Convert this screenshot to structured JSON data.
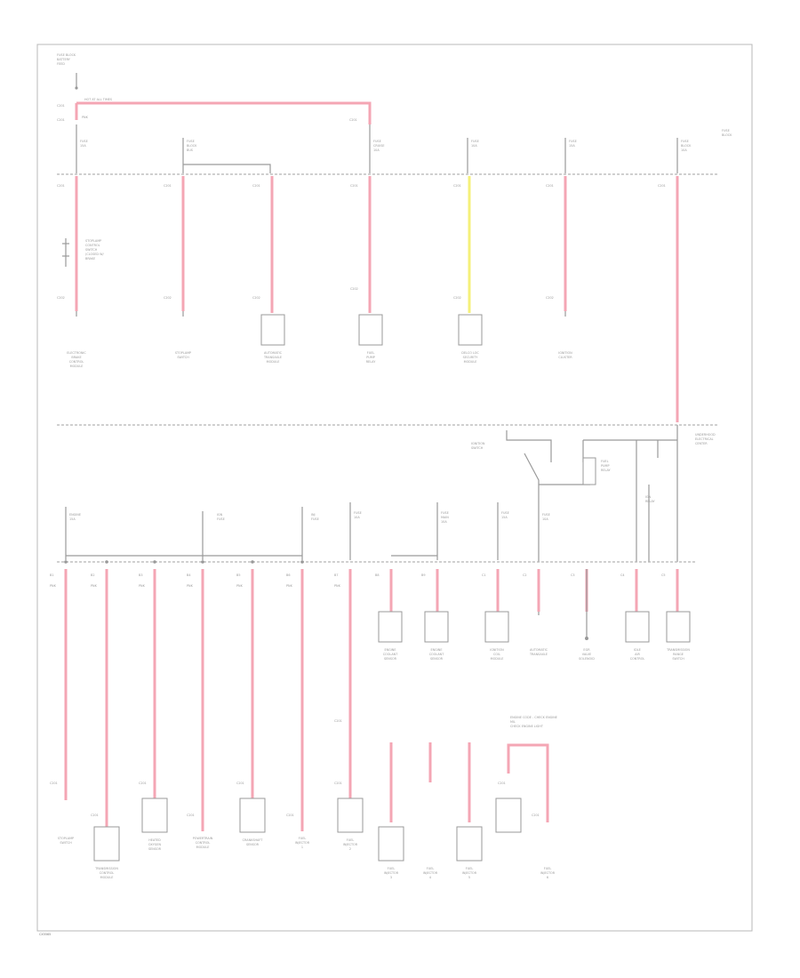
{
  "diagram": {
    "footer_id": "CX5565",
    "top_source_label": "FUSE BLOCK\nBATTERY\nFEED",
    "top_branch_label": "HOT AT ALL TIMES",
    "upper_fuses": [
      {
        "label": "FUSE\n15A"
      },
      {
        "label": "FUSE\nBLOCK\nBUS"
      },
      {
        "label": "FUSE\nCRUISE\n10A"
      },
      {
        "label": "FUSE\n10A"
      },
      {
        "label": "FUSE\n15A"
      },
      {
        "label": "FUSE\nBLOCK\n10A"
      }
    ],
    "fuse_block_label": "FUSE\nBLOCK",
    "upper_components": [
      {
        "label": "ELECTRONIC\nBRAKE\nCONTROL\nMODULE"
      },
      {
        "label": "STOPLAMP\nSWITCH"
      },
      {
        "label": "AUTOMATIC\nTRANSAXLE\nMODULE"
      },
      {
        "label": "FUEL\nPUMP\nRELAY"
      },
      {
        "label": "DELCO LOC\nSECURITY\nMODULE"
      },
      {
        "label": "IGNITION\nCLUSTER"
      }
    ],
    "relay_block_label": "UNDERHOOD\nELECTRICAL\nCENTER",
    "relay_labels": [
      "IGNITION\nSWITCH",
      "FUEL\nPUMP\nRELAY",
      "IGN\nRELAY"
    ],
    "lower_fuses": [
      {
        "label": "ENGINE\n15A"
      },
      {
        "label": "IGN\nFUSE"
      },
      {
        "label": "INJ\nFUSE"
      },
      {
        "label": "FUSE\n10A"
      },
      {
        "label": "FUSE\nMAIN\n10A"
      },
      {
        "label": "FUSE\n15A"
      },
      {
        "label": "FUSE\n10A"
      }
    ],
    "mid_components": [
      {
        "label": "ENGINE\nCOOLANT\nSENSOR"
      },
      {
        "label": "ENGINE\nCOOLANT\nSENSOR"
      },
      {
        "label": "IGNITION\nCOIL\nMODULE"
      },
      {
        "label": "AUTOMATIC\nTRANSAXLE"
      },
      {
        "label": "EGR\nVALVE\nSOLENOID"
      },
      {
        "label": "IDLE\nAIR\nCONTROL"
      },
      {
        "label": "TRANSMISSION\nRANGE\nSWITCH"
      }
    ],
    "note_label": "ENGINE CODE - CHECK ENGINE\nMIL\nCHECK ENGINE LIGHT",
    "bottom_components": [
      {
        "label": "STOPLAMP\nSWITCH"
      },
      {
        "label": "TRANSMISSION\nCONTROL\nMODULE"
      },
      {
        "label": "HEATED\nOXYGEN\nSENSOR"
      },
      {
        "label": "POWERTRAIN\nCONTROL\nMODULE"
      },
      {
        "label": "CRANKSHAFT\nSENSOR"
      },
      {
        "label": "FUEL\nINJECTOR\n1"
      },
      {
        "label": "FUEL\nINJECTOR\n2"
      },
      {
        "label": "FUEL\nINJECTOR\n3"
      },
      {
        "label": "FUEL\nINJECTOR\n4"
      },
      {
        "label": "FUEL\nINJECTOR\n5"
      },
      {
        "label": "FUEL\nINJECTOR\n6"
      }
    ],
    "colors": {
      "frame": "#b8b8b8",
      "wire_pink": "#f4a6b4",
      "wire_yellow": "#f5f07a",
      "wire_gray": "#9a9a9a",
      "label_gray": "#9a9a9a"
    }
  }
}
